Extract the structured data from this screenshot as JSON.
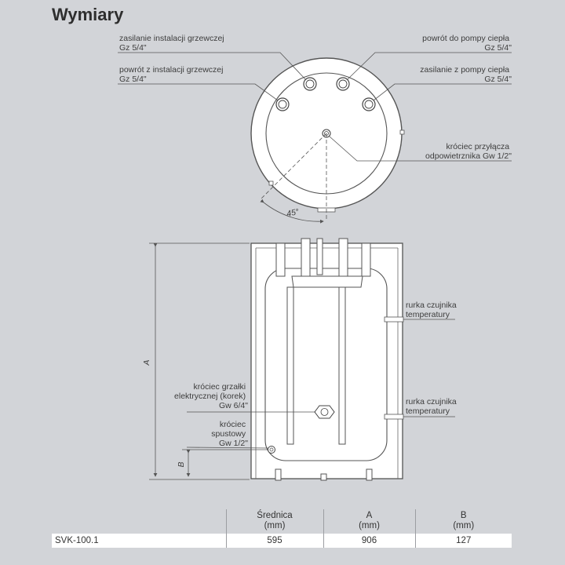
{
  "title": "Wymiary",
  "top_view": {
    "label_supply_heating": [
      "zasilanie instalacji grzewczej",
      "Gz 5/4\""
    ],
    "label_return_heating": [
      "powrót z instalacji grzewczej",
      "Gz 5/4\""
    ],
    "label_return_pump": [
      "powrót do pompy ciepła",
      "Gz 5/4\""
    ],
    "label_supply_pump": [
      "zasilanie z pompy ciepła",
      "Gz 5/4\""
    ],
    "label_vent": [
      "króciec przyłącza",
      "odpowietrznika Gw 1/2\""
    ],
    "angle": "45°"
  },
  "side_view": {
    "label_sensor_upper": [
      "rurka czujnika",
      "temperatury"
    ],
    "label_sensor_lower": [
      "rurka czujnika",
      "temperatury"
    ],
    "label_heater": [
      "króciec grzałki",
      "elektrycznej (korek)",
      "Gw 6/4\""
    ],
    "label_drain": [
      "króciec",
      "spustowy",
      "Gw 1/2\""
    ],
    "dim_a": "A",
    "dim_b": "B"
  },
  "table": {
    "headers": [
      [
        "Średnica",
        "(mm)"
      ],
      [
        "A",
        "(mm)"
      ],
      [
        "B",
        "(mm)"
      ]
    ],
    "rows": [
      {
        "model": "SVK-100.1",
        "diameter": "595",
        "a": "906",
        "b": "127"
      }
    ]
  }
}
